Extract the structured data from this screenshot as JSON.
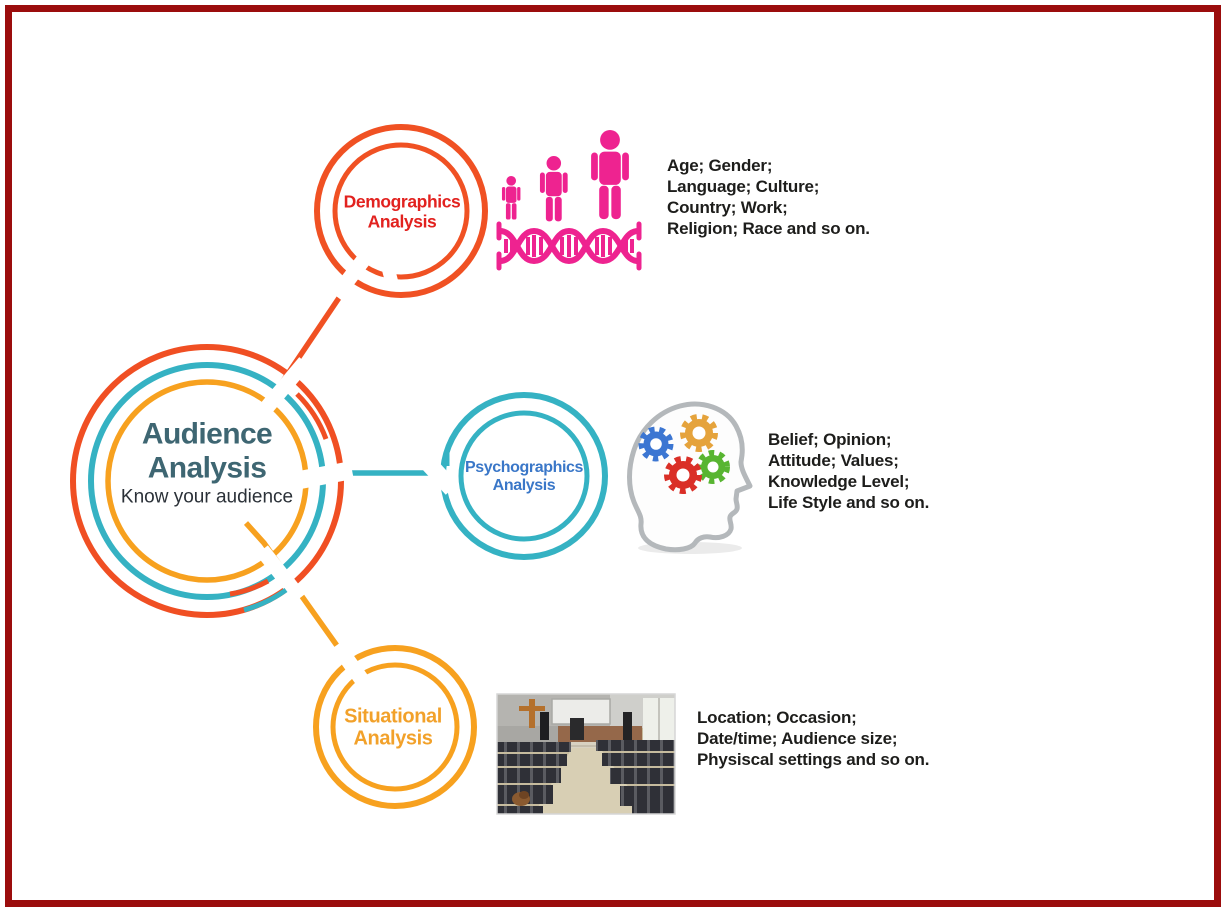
{
  "slide": {
    "border_color": "#9B0D0D",
    "background": "#FFFFFF"
  },
  "center": {
    "title_line1": "Audience",
    "title_line2": "Analysis",
    "subtitle": "Know your audience",
    "title_color": "#3E6672",
    "ring_colors": [
      "#F04F23",
      "#35B2C3",
      "#F7A11F"
    ]
  },
  "branches": [
    {
      "id": "demographics",
      "label_line1": "Demographics",
      "label_line2": "Analysis",
      "label_color": "#E2221F",
      "ring_color": "#F05123",
      "icon": "people-growth-dna-icon",
      "icon_color": "#EE2390",
      "details": [
        "Age; Gender;",
        "Language; Culture;",
        "Country; Work;",
        "Religion; Race and so on."
      ]
    },
    {
      "id": "psychographics",
      "label_line1": "Psychographics",
      "label_line2": "Analysis",
      "label_color": "#3A77C8",
      "ring_color": "#35B2C3",
      "icon": "head-gears-icon",
      "gear_colors": [
        "#E5A33C",
        "#3C76D2",
        "#58B531",
        "#DA2F27"
      ],
      "details": [
        "Belief; Opinion;",
        "Attitude; Values;",
        "Knowledge Level;",
        "Life Style and so on."
      ]
    },
    {
      "id": "situational",
      "label_line1": "Situational",
      "label_line2": "Analysis",
      "label_color": "#F2A12A",
      "ring_color": "#F7A11F",
      "icon": "auditorium-photo",
      "details": [
        "Location; Occasion;",
        "Date/time; Audience size;",
        "Physiscal settings and so on."
      ]
    }
  ]
}
